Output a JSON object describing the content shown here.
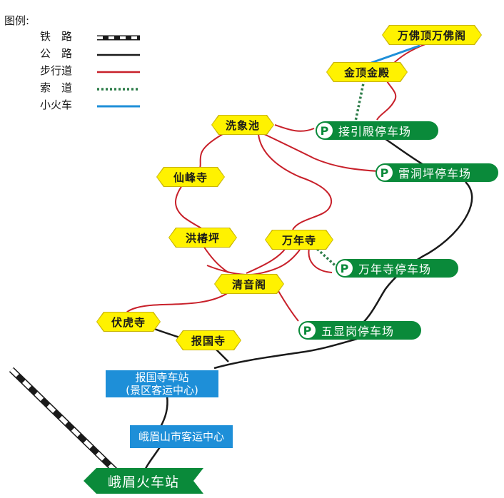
{
  "legend": {
    "title": "图例:",
    "items": [
      {
        "label": "铁　路",
        "type": "railway"
      },
      {
        "label": "公　路",
        "type": "road"
      },
      {
        "label": "步行道",
        "type": "trail"
      },
      {
        "label": "索　道",
        "type": "cableway"
      },
      {
        "label": "小火车",
        "type": "train"
      }
    ]
  },
  "colors": {
    "road": "#1a1a1a",
    "trail": "#c8202a",
    "cableway": "#2e7d4a",
    "train": "#1e8fd8",
    "spot_fill": "#fff200",
    "parking": "#0a8a3a",
    "station": "#1e8fd8"
  },
  "spots": {
    "wanfo": "万佛顶万佛阁",
    "jinding": "金顶金殿",
    "xixiangchi": "洗象池",
    "xianfengsi": "仙峰寺",
    "hongchunping": "洪椿坪",
    "wanniansi": "万年寺",
    "qingyinge": "清音阁",
    "fuhusi": "伏虎寺",
    "baoguosi": "报国寺"
  },
  "parking": {
    "icon": "P",
    "jieyindian": "接引殿停车场",
    "leidongping": "雷洞坪停车场",
    "wanniansi": "万年寺停车场",
    "wuxiangang": "五显岗停车场"
  },
  "stations": {
    "baoguo_line1": "报国寺车站",
    "baoguo_line2": "(景区客运中心)",
    "emeishan": "峨眉山市客运中心"
  },
  "train_station": "峨眉火车站"
}
